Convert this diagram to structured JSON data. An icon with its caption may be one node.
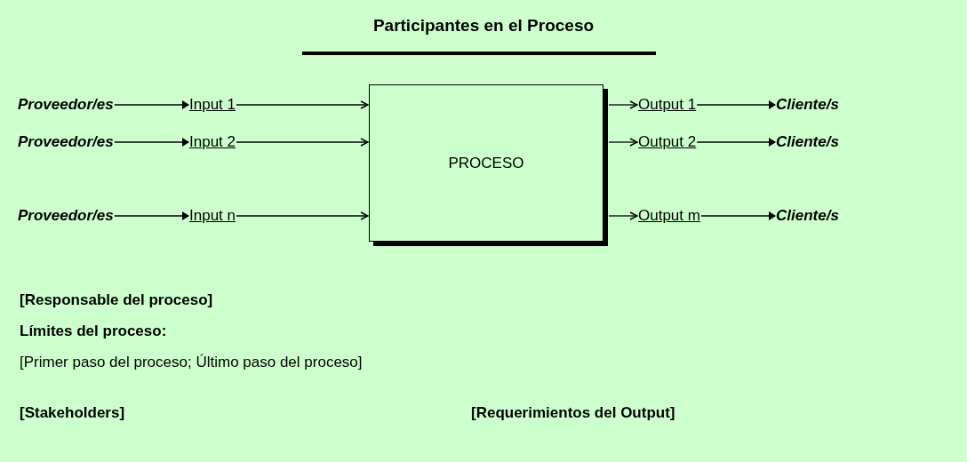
{
  "diagram": {
    "title": "Participantes en el Proceso",
    "nodes": [
      {
        "text": [
          "Proveedor/es"
        ]
      },
      {
        "text": [
          "Input 1"
        ]
      },
      {
        "text": [
          "PROCESO"
        ]
      },
      {
        "text": [
          "Output 1"
        ]
      },
      {
        "text": [
          "Cliente/s"
        ]
      },
      {
        "text": [
          "Proveedor/es"
        ]
      },
      {
        "text": [
          "Input 2"
        ]
      },
      {
        "text": [
          "Output 2"
        ]
      },
      {
        "text": [
          "Cliente/s"
        ]
      },
      {
        "text": [
          "Proveedor/es"
        ]
      },
      {
        "text": [
          "Input n"
        ]
      },
      {
        "text": [
          "Output m"
        ]
      },
      {
        "text": [
          "Cliente/s"
        ]
      }
    ],
    "edges": [
      {
        "from": 0,
        "to": 1,
        "arrow": "to"
      },
      {
        "from": 1,
        "to": 2,
        "arrow": "to"
      },
      {
        "from": 2,
        "to": 3,
        "arrow": "to"
      },
      {
        "from": 3,
        "to": 4,
        "arrow": "to"
      },
      {
        "from": 5,
        "to": 6,
        "arrow": "to"
      },
      {
        "from": 6,
        "to": 2,
        "arrow": "to"
      },
      {
        "from": 2,
        "to": 7,
        "arrow": "to"
      },
      {
        "from": 7,
        "to": 8,
        "arrow": "to"
      },
      {
        "from": 9,
        "to": 10,
        "arrow": "to"
      },
      {
        "from": 10,
        "to": 2,
        "arrow": "to"
      },
      {
        "from": 2,
        "to": 11,
        "arrow": "to"
      },
      {
        "from": 11,
        "to": 12,
        "arrow": "to"
      }
    ],
    "labels": [
      "[Responsable del proceso]",
      "Límites del proceso:",
      "[Primer paso del proceso; Último paso del proceso]",
      "[Stakeholders]",
      "[Requerimientos del Output]"
    ]
  }
}
